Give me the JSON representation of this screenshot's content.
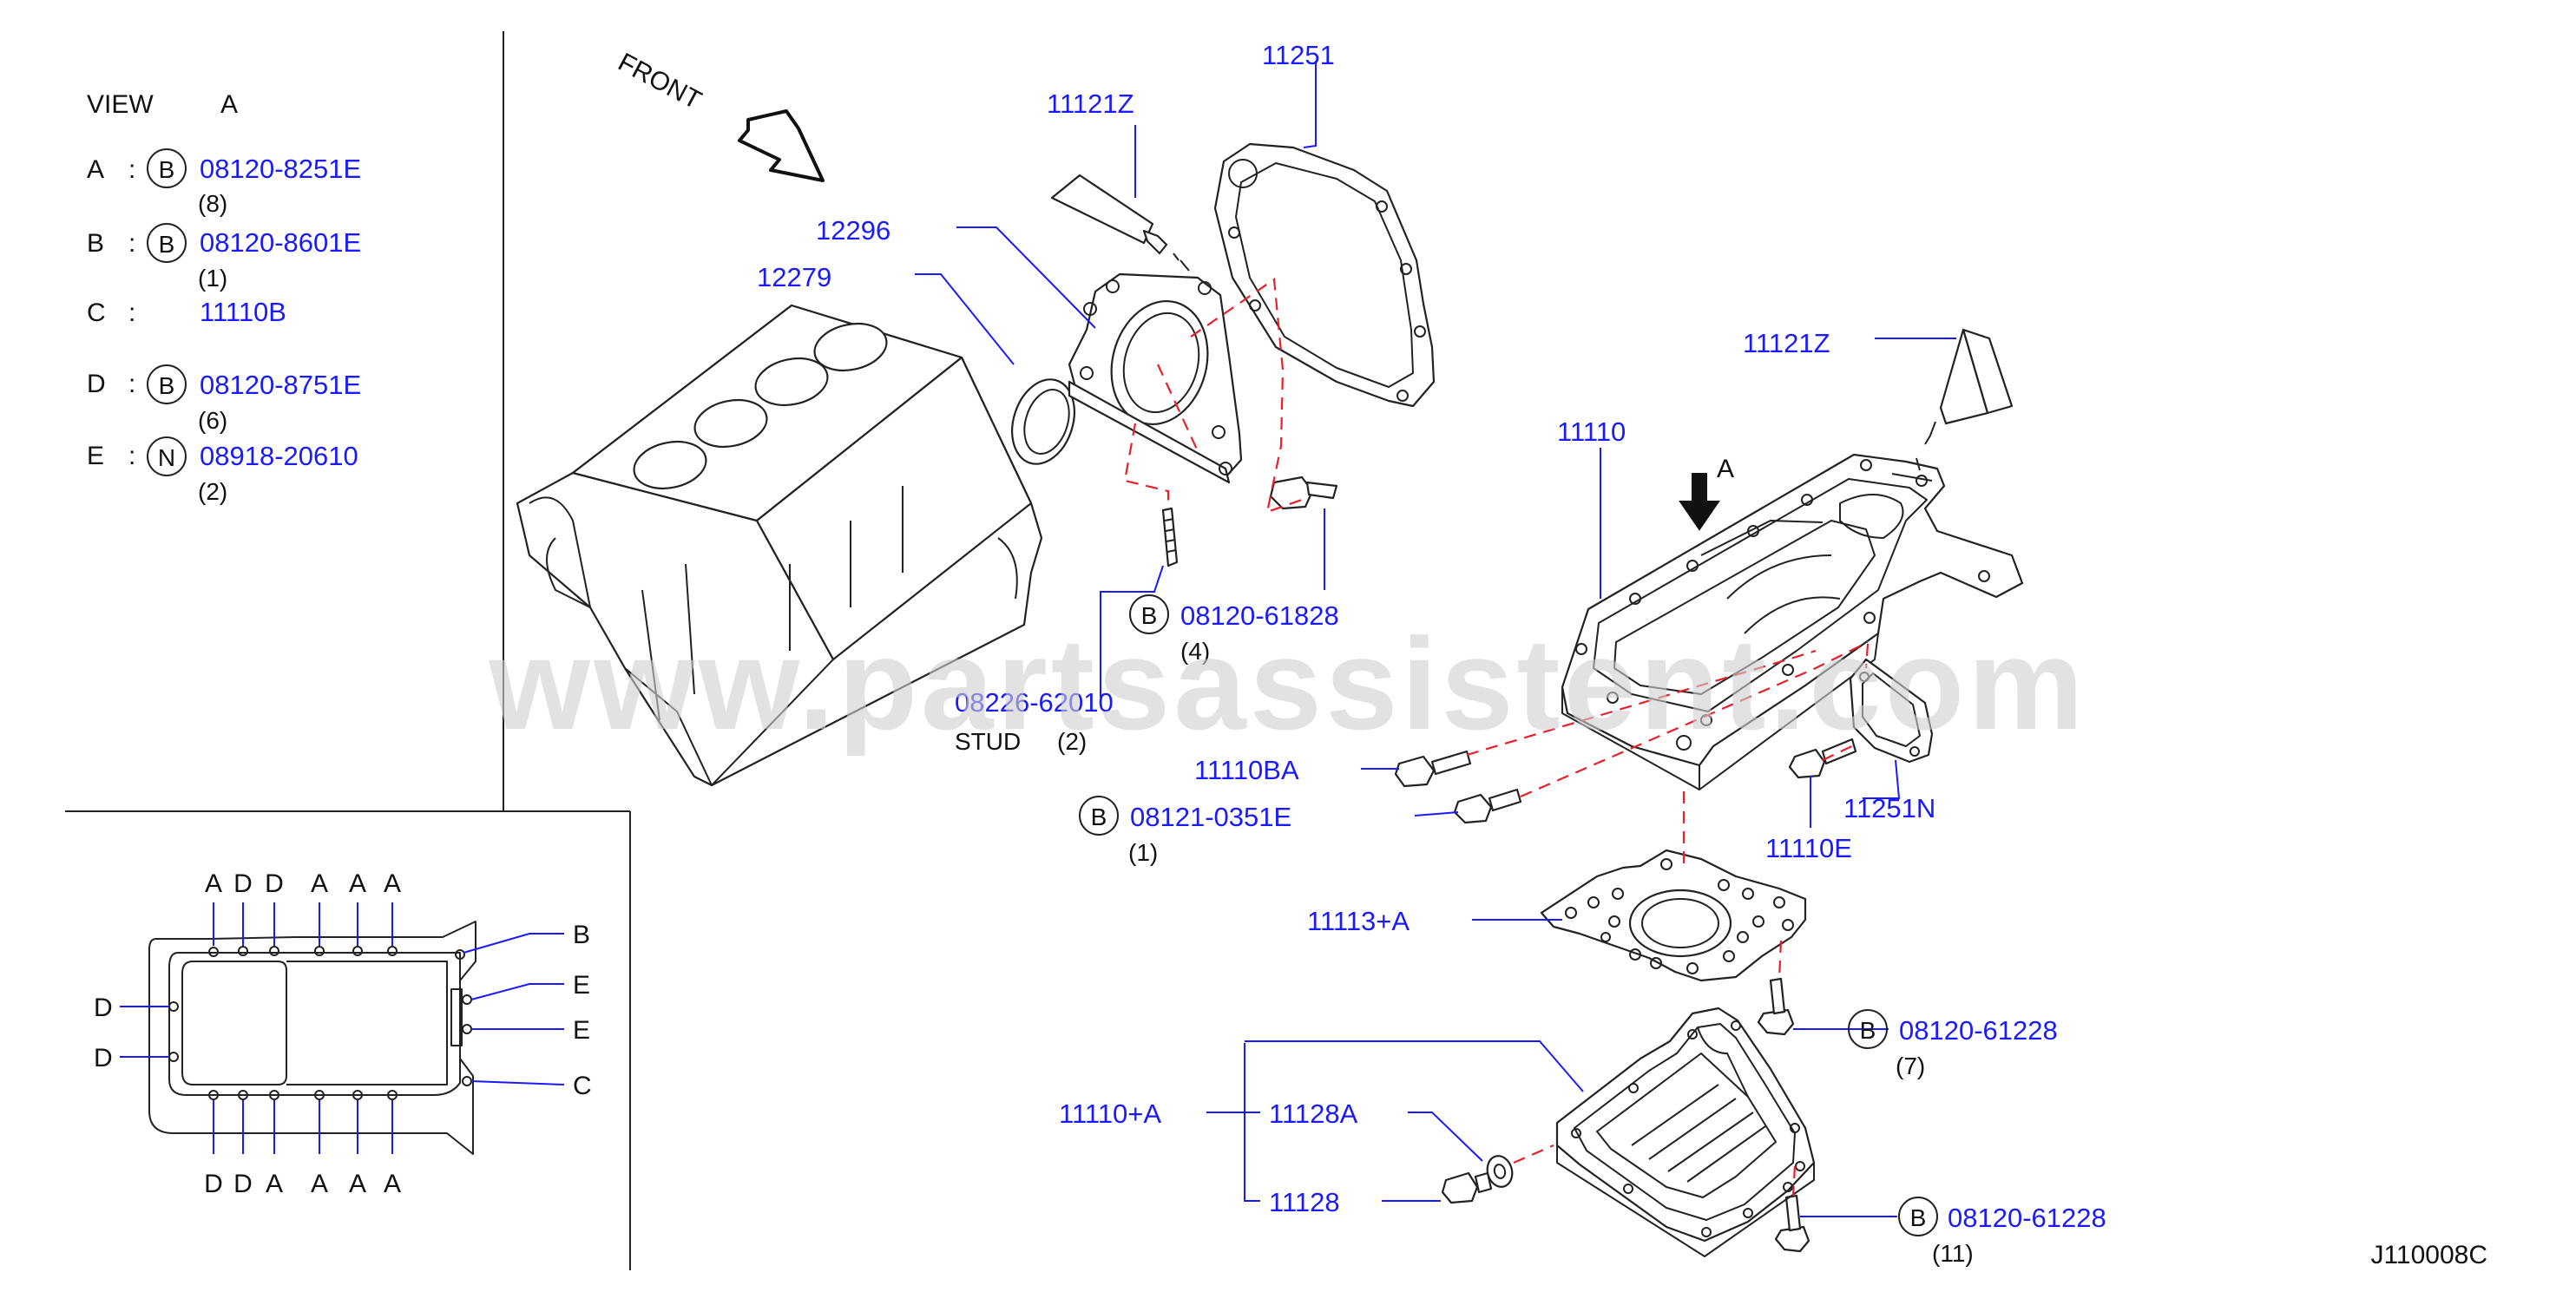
{
  "legend": {
    "title": "VIEW",
    "view_letter": "A",
    "rows": [
      {
        "letter": "A",
        "circle": "B",
        "part": "08120-8251E",
        "qty": "(8)"
      },
      {
        "letter": "B",
        "circle": "B",
        "part": "08120-8601E",
        "qty": "(1)"
      },
      {
        "letter": "C",
        "circle": "",
        "part": "11110B",
        "qty": ""
      },
      {
        "letter": "D",
        "circle": "B",
        "part": "08120-8751E",
        "qty": "(6)"
      },
      {
        "letter": "E",
        "circle": "N",
        "part": "08918-20610",
        "qty": "(2)"
      }
    ]
  },
  "front_label": "FRONT",
  "watermark": "www.partsassistent.com",
  "diagram_code": "J110008C",
  "view_arrow_label": "A",
  "callouts": {
    "p11251": "11251",
    "p11121z_top": "11121Z",
    "p12296": "12296",
    "p12279": "12279",
    "p11121z_right": "11121Z",
    "p11110": "11110",
    "b_61828": {
      "circle": "B",
      "part": "08120-61828",
      "qty": "(4)"
    },
    "stud": {
      "part": "08226-62010",
      "label": "STUD",
      "qty": "(2)"
    },
    "p11110ba": "11110BA",
    "b_0351e": {
      "circle": "B",
      "part": "08121-0351E",
      "qty": "(1)"
    },
    "p11251n": "11251N",
    "p11110e": "11110E",
    "p11113a": "11113+A",
    "b_61228_a": {
      "circle": "B",
      "part": "08120-61228",
      "qty": "(7)"
    },
    "p11110a": "11110+A",
    "p11128a": "11128A",
    "p11128": "11128",
    "b_61228_b": {
      "circle": "B",
      "part": "08120-61228",
      "qty": "(11)"
    }
  },
  "inset": {
    "top_letters": [
      "A",
      "D",
      "D",
      "A",
      "A",
      "A"
    ],
    "bottom_letters": [
      "D",
      "D",
      "A",
      "A",
      "A",
      "A"
    ],
    "left_letters": [
      "D",
      "D"
    ],
    "right_letters": [
      "B",
      "E",
      "E",
      "C"
    ]
  }
}
